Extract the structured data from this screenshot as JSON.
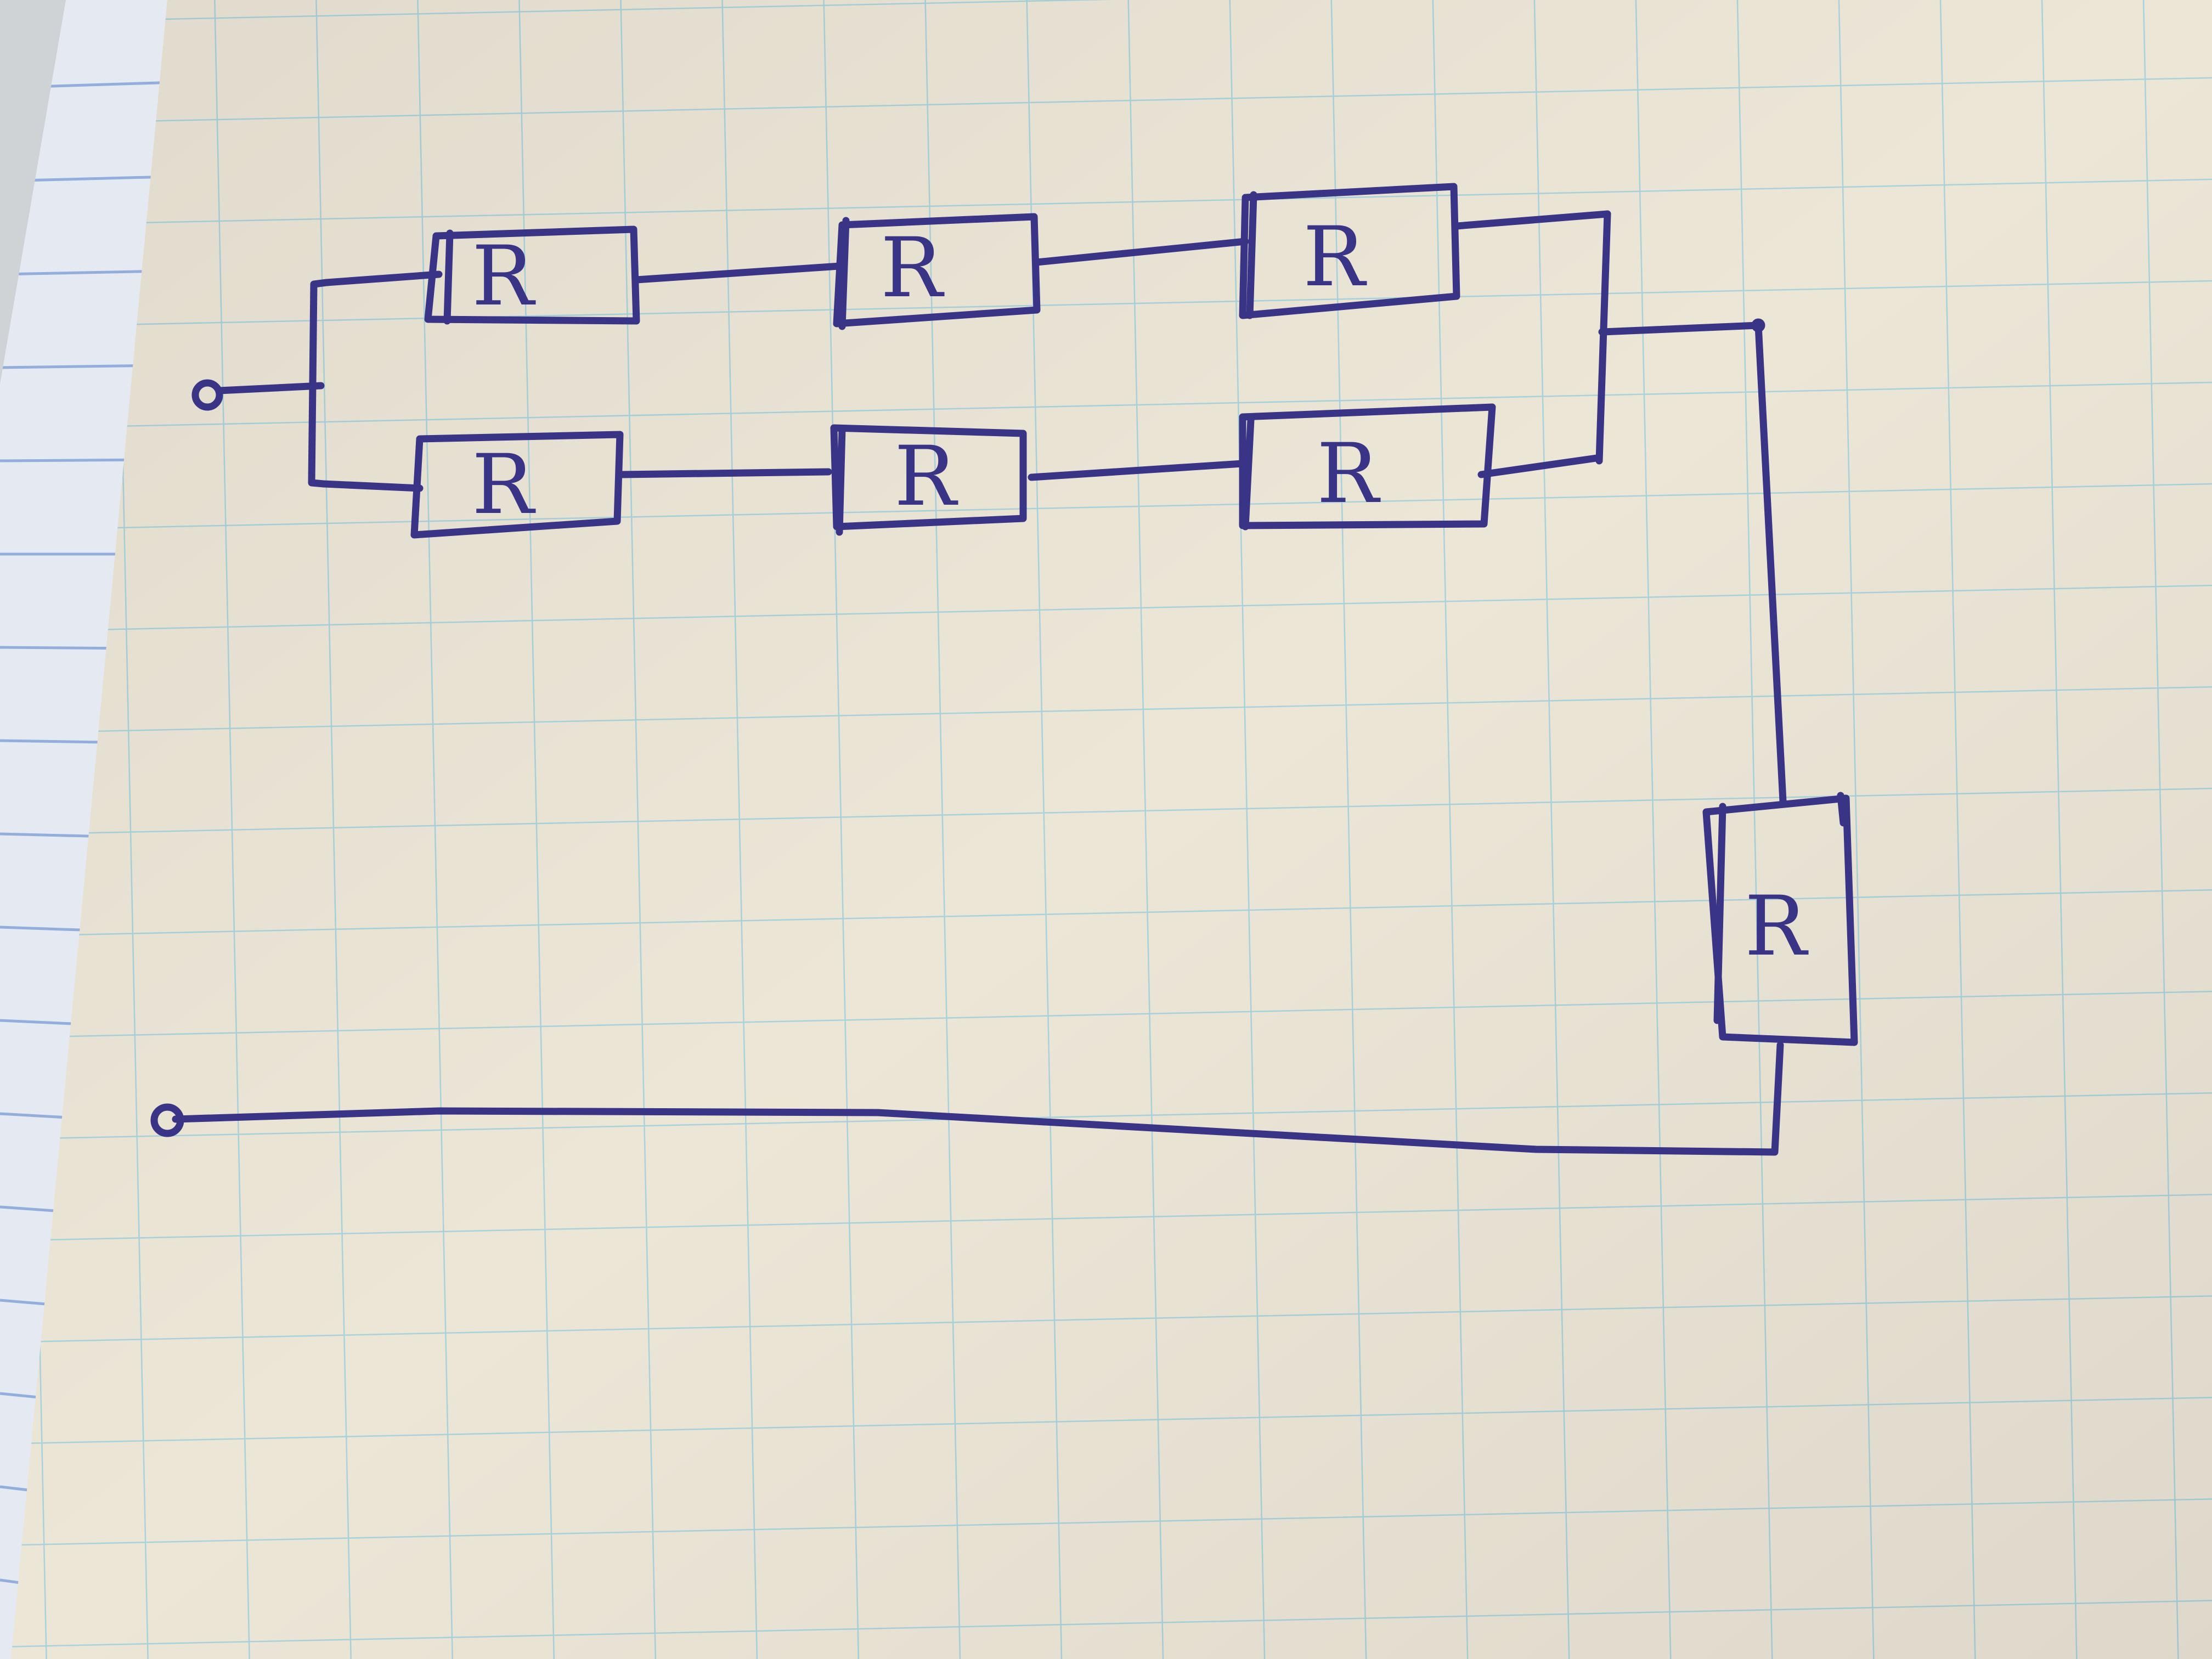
{
  "diagram": {
    "type": "circuit",
    "ink_color": "#3a3486",
    "paper_color": "#ece6d7",
    "grid_color": "#a9d2dc",
    "underlying_page_color": "#e4e9f2",
    "underlying_rule_color": "#7f9fd8",
    "resistors": [
      {
        "id": "top-1",
        "label": "R"
      },
      {
        "id": "top-2",
        "label": "R"
      },
      {
        "id": "top-3",
        "label": "R"
      },
      {
        "id": "bottom-1",
        "label": "R"
      },
      {
        "id": "bottom-2",
        "label": "R"
      },
      {
        "id": "bottom-3",
        "label": "R"
      },
      {
        "id": "series",
        "label": "R"
      }
    ],
    "terminals": [
      "input-terminal",
      "output-terminal"
    ]
  }
}
